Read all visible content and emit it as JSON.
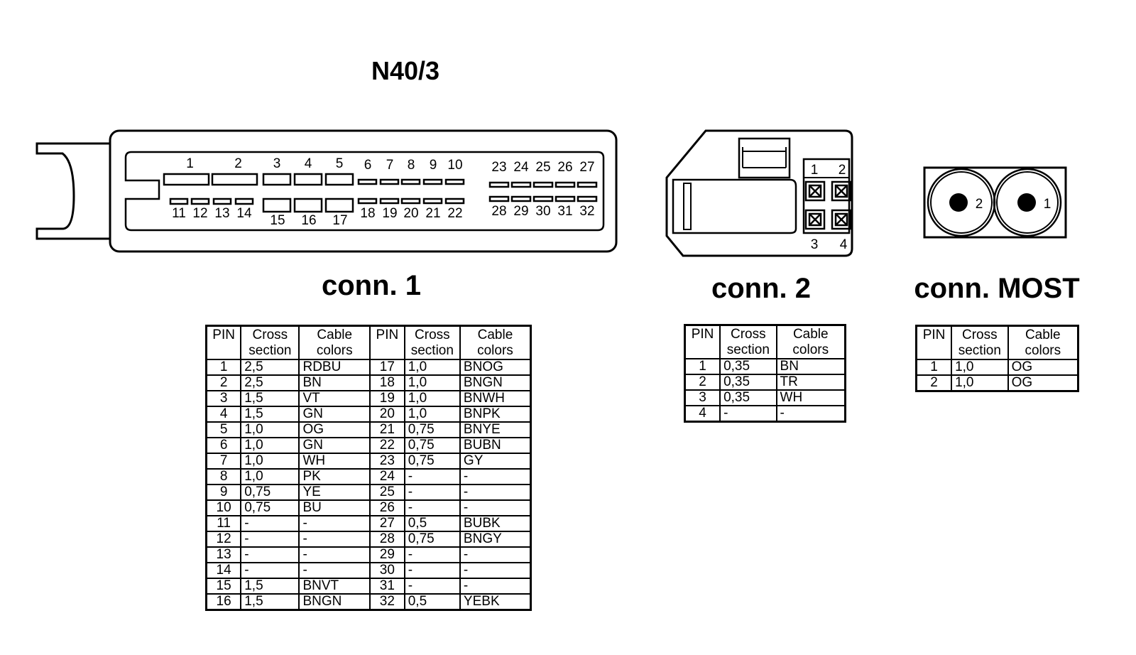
{
  "diagram_title": "N40/3",
  "connectors": {
    "conn1": {
      "label": "conn. 1",
      "pins_top_large": [
        "1",
        "2",
        "3",
        "4",
        "5"
      ],
      "pins_top_small": [
        "6",
        "7",
        "8",
        "9",
        "10"
      ],
      "pins_top_right": [
        "23",
        "24",
        "25",
        "26",
        "27"
      ],
      "pins_bottom_small_left": [
        "11",
        "12",
        "13",
        "14"
      ],
      "pins_bottom_mid": [
        "15",
        "16",
        "17"
      ],
      "pins_bottom_small": [
        "18",
        "19",
        "20",
        "21",
        "22"
      ],
      "pins_bottom_right": [
        "28",
        "29",
        "30",
        "31",
        "32"
      ]
    },
    "conn2": {
      "label": "conn. 2",
      "pins": [
        "1",
        "2",
        "3",
        "4"
      ]
    },
    "most": {
      "label": "conn. MOST",
      "pins": [
        "2",
        "1"
      ]
    }
  },
  "table_headers": {
    "pin": "PIN",
    "cross_1": "Cross",
    "cross_2": "section",
    "colors_1": "Cable",
    "colors_2": "colors"
  },
  "conn1_rows": [
    [
      "1",
      "2,5",
      "RDBU",
      "17",
      "1,0",
      "BNOG"
    ],
    [
      "2",
      "2,5",
      "BN",
      "18",
      "1,0",
      "BNGN"
    ],
    [
      "3",
      "1,5",
      "VT",
      "19",
      "1,0",
      "BNWH"
    ],
    [
      "4",
      "1,5",
      "GN",
      "20",
      "1,0",
      "BNPK"
    ],
    [
      "5",
      "1,0",
      "OG",
      "21",
      "0,75",
      "BNYE"
    ],
    [
      "6",
      "1,0",
      "GN",
      "22",
      "0,75",
      "BUBN"
    ],
    [
      "7",
      "1,0",
      "WH",
      "23",
      "0,75",
      "GY"
    ],
    [
      "8",
      "1,0",
      "PK",
      "24",
      "-",
      "-"
    ],
    [
      "9",
      "0,75",
      "YE",
      "25",
      "-",
      "-"
    ],
    [
      "10",
      "0,75",
      "BU",
      "26",
      "-",
      "-"
    ],
    [
      "11",
      "-",
      "-",
      "27",
      "0,5",
      "BUBK"
    ],
    [
      "12",
      "-",
      "-",
      "28",
      "0,75",
      "BNGY"
    ],
    [
      "13",
      "-",
      "-",
      "29",
      "-",
      "-"
    ],
    [
      "14",
      "-",
      "-",
      "30",
      "-",
      "-"
    ],
    [
      "15",
      "1,5",
      "BNVT",
      "31",
      "-",
      "-"
    ],
    [
      "16",
      "1,5",
      "BNGN",
      "32",
      "0,5",
      "YEBK"
    ]
  ],
  "conn2_rows": [
    [
      "1",
      "0,35",
      "BN"
    ],
    [
      "2",
      "0,35",
      "TR"
    ],
    [
      "3",
      "0,35",
      "WH"
    ],
    [
      "4",
      "-",
      "-"
    ]
  ],
  "most_rows": [
    [
      "1",
      "1,0",
      "OG"
    ],
    [
      "2",
      "1,0",
      "OG"
    ]
  ]
}
